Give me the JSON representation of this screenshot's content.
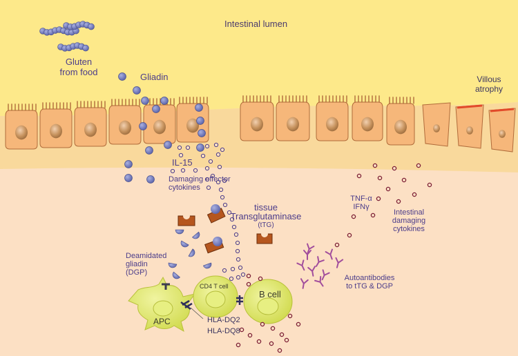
{
  "labels": {
    "lumen": "Intestinal lumen",
    "gluten_1": "Gluten",
    "gluten_2": "from food",
    "gliadin": "Gliadin",
    "villous_1": "Villous",
    "villous_2": "atrophy",
    "il15": "IL-15",
    "damaging_1": "Damaging effector",
    "damaging_2": "cytokines",
    "ttg_1": "tissue",
    "ttg_2": "Transglutaminase",
    "ttg_3": "(tTG)",
    "tnf": "TNF-α",
    "ifn": "IFNγ",
    "intestinal_1": "Intestinal",
    "intestinal_2": "damaging",
    "intestinal_3": "cytokines",
    "dgp_1": "Deamidated",
    "dgp_2": "gliadin",
    "dgp_3": "(DGP)",
    "autoab_1": "Autoantibodies",
    "autoab_2": "to tTG & DGP",
    "cd4": "CD4 T cell",
    "bcell": "B cell",
    "apc": "APC",
    "hla1": "HLA-DQ2",
    "hla2": "HLA-DQ8"
  },
  "colors": {
    "background": "#fce0c4",
    "lumen": "#fde98a",
    "epithelium": "#f6b77a",
    "gliadin": "#6f77b8",
    "enzyme": "#b5561e",
    "immune_cell": "#d9e35a",
    "cytokine": "#8e2a3f",
    "antibody": "#a14d9c",
    "label": "#4b3c8a"
  },
  "icons": [
    "gluten-chain-icon",
    "gliadin-particle-icon",
    "ttg-enzyme-icon",
    "antibody-icon",
    "receptor-icon"
  ]
}
